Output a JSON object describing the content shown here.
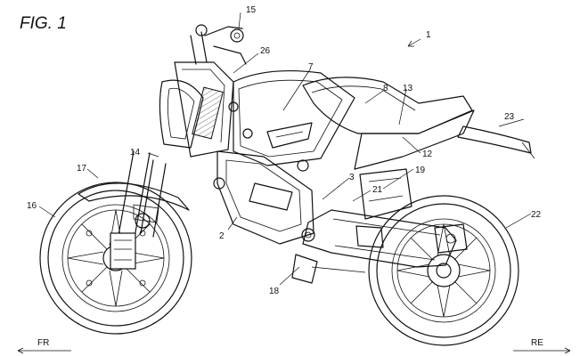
{
  "figure": {
    "title": "FIG. 1",
    "direction_front": "FR",
    "direction_rear": "RE",
    "labels": {
      "l1": "1",
      "l2": "2",
      "l3": "3",
      "l7": "7",
      "l8": "8",
      "l12": "12",
      "l13": "13",
      "l14": "14",
      "l15": "15",
      "l16": "16",
      "l17": "17",
      "l18": "18",
      "l19": "19",
      "l21": "21",
      "l22": "22",
      "l23": "23",
      "l26": "26"
    }
  }
}
